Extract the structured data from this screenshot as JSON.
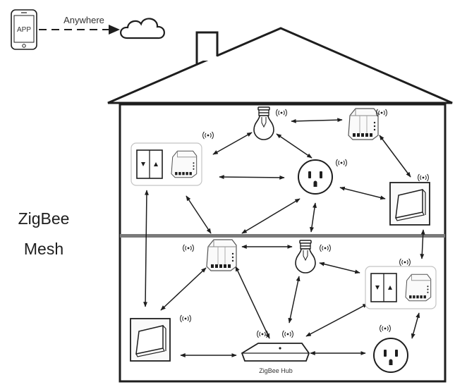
{
  "phone": {
    "screen_label": "APP"
  },
  "cloud_link": {
    "label": "Anywhere"
  },
  "title": {
    "line1": "ZigBee",
    "line2": "Mesh"
  },
  "hub": {
    "label": "ZigBee Hub"
  },
  "icons": {
    "phone": "smartphone-icon",
    "cloud": "cloud-icon",
    "house": "house-outline",
    "bulb": "light-bulb-icon",
    "module": "relay-module-icon",
    "socket": "wall-socket-icon",
    "switch": "wall-switch-icon",
    "curtain": "curtain-switch-icon",
    "hub": "zigbee-hub-icon",
    "signal": "wireless-signal-icon"
  },
  "colors": {
    "line": "#1e1e1e",
    "floor": "#7a7a7a",
    "panel": "#d0d0d0"
  }
}
